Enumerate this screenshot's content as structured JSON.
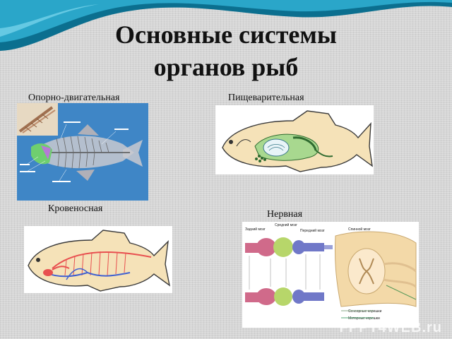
{
  "title": {
    "line1": "Основные системы",
    "line2": "органов рыб"
  },
  "sections": {
    "musculoskeletal": "Опорно-двигательная",
    "digestive": "Пищеварительная",
    "circulatory": "Кровеносная",
    "nervous": "Нервная"
  },
  "nervous_labels": {
    "hindbrain": "Задний мозг",
    "midbrain": "Средний мозг",
    "forebrain": "Передний мозг",
    "spinal_cord": "Спинной мозг",
    "sensory_roots": "Сенсорные корешки",
    "motor_roots": "Моторные корешки"
  },
  "watermark": "FPPT4WEB.ru",
  "colors": {
    "wave_dark": "#0b6f8f",
    "wave_light": "#43c0e0",
    "fish_body": "#f5e2b8"
  }
}
